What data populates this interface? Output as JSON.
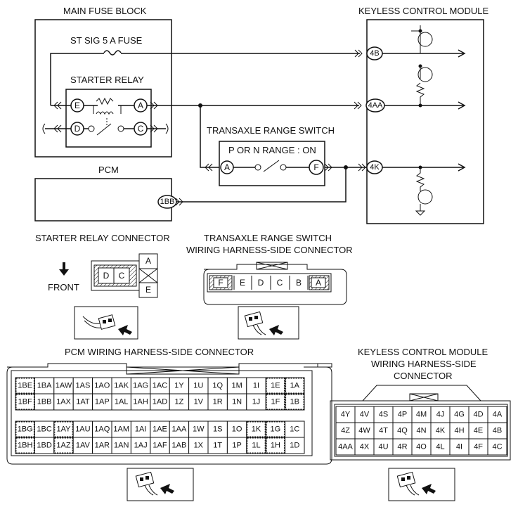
{
  "labels": {
    "main_fuse_block": "MAIN FUSE BLOCK",
    "keyless_control_module": "KEYLESS CONTROL MODULE",
    "st_sig_fuse": "ST SIG 5 A FUSE",
    "starter_relay": "STARTER RELAY",
    "transaxle_range_switch": "TRANSAXLE RANGE SWITCH",
    "p_or_n_range_on": "P OR N RANGE : ON",
    "pcm": "PCM",
    "starter_relay_connector": "STARTER RELAY CONNECTOR",
    "trs_connector_line1": "TRANSAXLE RANGE SWITCH",
    "trs_connector_line2": "WIRING HARNESS-SIDE CONNECTOR",
    "front": "FRONT",
    "pcm_connector": "PCM WIRING HARNESS-SIDE CONNECTOR",
    "kcm_connector_line1": "KEYLESS CONTROL MODULE",
    "kcm_connector_line2": "WIRING HARNESS-SIDE",
    "kcm_connector_line3": "CONNECTOR"
  },
  "pins": {
    "relay_e": "E",
    "relay_a": "A",
    "relay_d": "D",
    "relay_c": "C",
    "switch_a": "A",
    "switch_f": "F",
    "kcm_4b": "4B",
    "kcm_4aa": "4AA",
    "kcm_4k": "4K",
    "pcm_1bb": "1BB"
  },
  "relay_connector": {
    "left_cells": [
      "D",
      "C"
    ],
    "right_cells": [
      "A",
      "E"
    ]
  },
  "trs_connector": {
    "cells": [
      "F",
      "E",
      "D",
      "C",
      "B",
      "A"
    ]
  },
  "pcm_connector": {
    "upper_rows": [
      [
        "1BE",
        "1BA",
        "1AW",
        "1AS",
        "1AO",
        "1AK",
        "1AG",
        "1AC",
        "1Y",
        "1U",
        "1Q",
        "1M",
        "1I",
        "1E",
        "1A"
      ],
      [
        "1BF",
        "1BB",
        "1AX",
        "1AT",
        "1AP",
        "1AL",
        "1AH",
        "1AD",
        "1Z",
        "1V",
        "1R",
        "1N",
        "1J",
        "1F",
        "1B"
      ]
    ],
    "lower_rows": [
      [
        "1BG",
        "1BC",
        "1AY",
        "1AU",
        "1AQ",
        "1AM",
        "1AI",
        "1AE",
        "1AA",
        "1W",
        "1S",
        "1O",
        "1K",
        "1G",
        "1C"
      ],
      [
        "1BH",
        "1BD",
        "1AZ",
        "1AV",
        "1AR",
        "1AN",
        "1AJ",
        "1AF",
        "1AB",
        "1X",
        "1T",
        "1P",
        "1L",
        "1H",
        "1D"
      ]
    ]
  },
  "kcm_connector": {
    "rows": [
      [
        "4Y",
        "4V",
        "4S",
        "4P",
        "4M",
        "4J",
        "4G",
        "4D",
        "4A"
      ],
      [
        "4Z",
        "4W",
        "4T",
        "4Q",
        "4N",
        "4K",
        "4H",
        "4E",
        "4B"
      ],
      [
        "4AA",
        "4X",
        "4U",
        "4R",
        "4O",
        "4L",
        "4I",
        "4F",
        "4C"
      ]
    ]
  }
}
